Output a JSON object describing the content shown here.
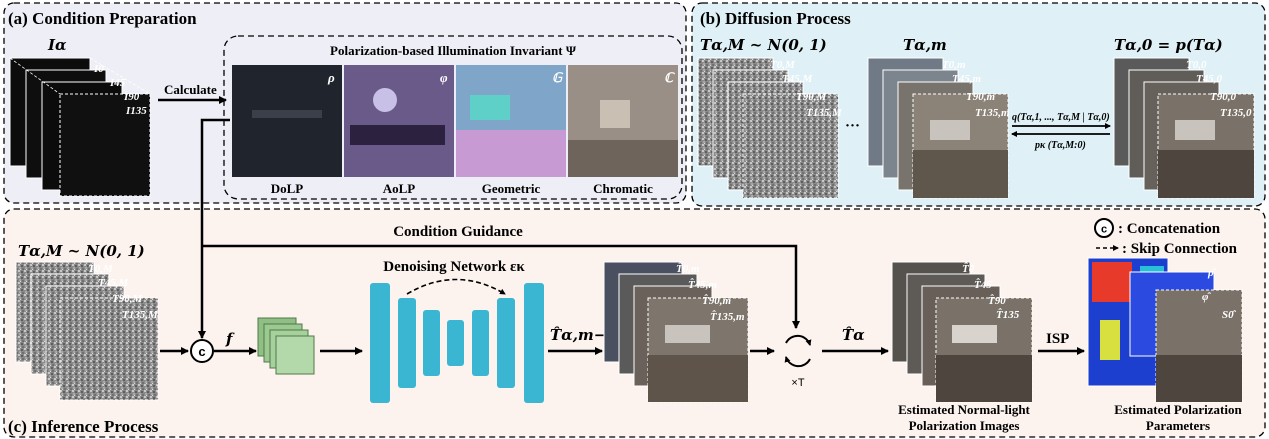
{
  "panels": {
    "a_title": "(a) Condition Preparation",
    "b_title": "(b) Diffusion Process",
    "c_title": "(c) Inference Process"
  },
  "condition": {
    "input_label": "Iα",
    "stack_labels": [
      "I0",
      "I45",
      "I90",
      "I135"
    ],
    "calculate": "Calculate",
    "invariant_title": "Polarization-based Illumination Invariant Ψ",
    "maps": [
      {
        "caption": "DoLP",
        "symbol": "ρ",
        "color": "#20242c"
      },
      {
        "caption": "AoLP",
        "symbol": "φ",
        "color": "#6a5a8a"
      },
      {
        "caption": "Geometric",
        "symbol": "𝔾",
        "color": "#7fa6c8"
      },
      {
        "caption": "Chromatic",
        "symbol": "ℂ",
        "color": "#9a8f86"
      }
    ]
  },
  "diffusion": {
    "noise_label": "Tα,M ~ N(0, 1)",
    "mid_label": "Tα,m",
    "clean_label": "Tα,0 = p(Tα)",
    "noise_stack": [
      "T0,M",
      "T45,M",
      "T90,M",
      "T135,M"
    ],
    "mid_stack": [
      "T0,m",
      "T45,m",
      "T90,m",
      "T135,m"
    ],
    "clean_stack": [
      "T0,0",
      "T45,0",
      "T90,0",
      "T135,0"
    ],
    "ellipsis": "···",
    "forward": "q(Tα,1, ..., Tα,M | Tα,0)",
    "reverse": "pκ (Tα,M:0)"
  },
  "inference": {
    "noise_label": "Tα,M ~ N(0, 1)",
    "noise_stack": [
      "T0,M",
      "T45,M",
      "T90,M",
      "T135,M"
    ],
    "condition_guidance": "Condition Guidance",
    "concat_symbol": "c",
    "f_label": "f",
    "network_label": "Denoising Network εκ",
    "output_label": "T̂α,m−1",
    "output_stack": [
      "T̂0,m",
      "T̂45,m",
      "T̂90,m",
      "T̂135,m"
    ],
    "loop_label": "×T",
    "final_label": "T̂α",
    "est_stack": [
      "T̂0",
      "T̂45",
      "T̂90",
      "T̂135"
    ],
    "isp": "ISP",
    "param_stack": [
      "ρ̂",
      "φ̂",
      "S0̂"
    ],
    "est_caption_1": "Estimated Normal-light",
    "est_caption_2": "Polarization Images",
    "param_caption_1": "Estimated Polarization",
    "param_caption_2": "Parameters"
  },
  "legend": {
    "concat_symbol": "c",
    "concat": ": Concatenation",
    "skip": ": Skip Connection"
  },
  "colors": {
    "panel_a_bg": "#eeeef6",
    "panel_b_bg": "#dff0f6",
    "panel_c_bg": "#fcf2ee",
    "network": "#3bb6d2",
    "feature": "#8fbf84"
  }
}
